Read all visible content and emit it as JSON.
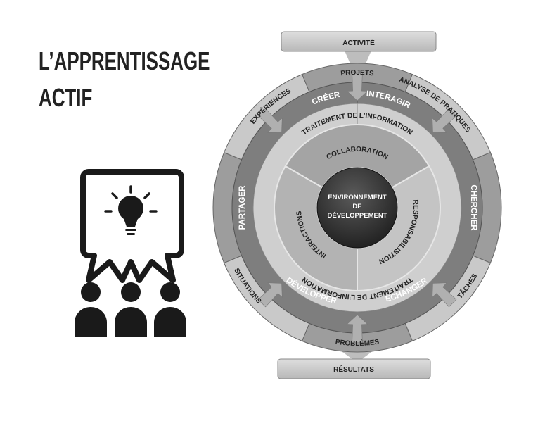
{
  "title": {
    "line1": "L’APPRENTISSAGE",
    "line2": "ACTIF"
  },
  "icon": "presentation-idea-audience-icon",
  "diagram": {
    "top_box": "ACTIVITÉ",
    "bottom_box": "RÉSULTATS",
    "outer_ring": {
      "projets": "PROJETS",
      "analyse": "ANALYSE DE PRATIQUES",
      "taches": "TÂCHES",
      "problemes": "PROBLÈMES",
      "situations": "SITUATIONS",
      "experiences": "EXPÉRIENCES"
    },
    "action_ring": {
      "creer": "CRÉER",
      "interagir": "INTERAGIR",
      "chercher": "CHERCHER",
      "echanger": "ÉCHANGER",
      "developper": "DÉVELOPPER",
      "partager": "PARTAGER"
    },
    "info_ring": {
      "top": "TRAITEMENT DE L’INFORMATION",
      "bottom": "TRAITEMENT DE L’INFORMATION"
    },
    "inner_ring": {
      "collaboration": "COLLABORATION",
      "responsabilisation": "RESPONSABILISTION",
      "interactions": "INTERACTIONS"
    },
    "center": {
      "line1": "ENVIRONNEMENT",
      "line2": "DE",
      "line3": "DÉVELOPPEMENT"
    }
  },
  "colors": {
    "outer_light": "#c9c9c9",
    "outer_dark": "#9d9d9d",
    "action_ring": "#7e7e7e",
    "info_ring": "#cfcfcf",
    "inner_ring": "#a9a9a9",
    "center": "#2e2e2e"
  }
}
